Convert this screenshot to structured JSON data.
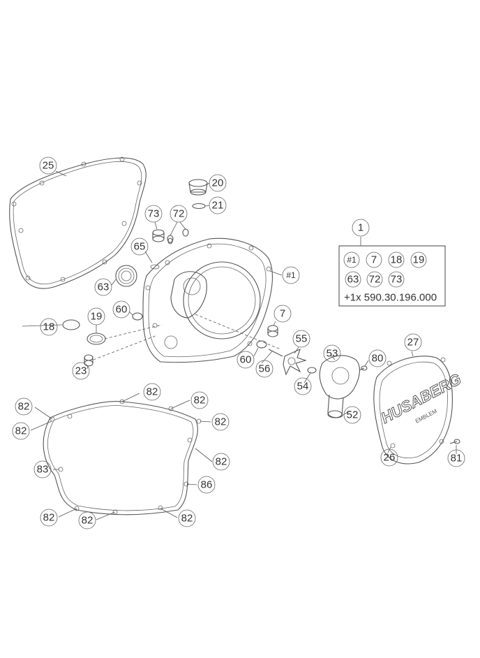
{
  "callouts": {
    "c1": "1",
    "c7": "7",
    "c18": "18",
    "c19": "19",
    "c20": "20",
    "c21": "21",
    "c23": "23",
    "c25": "25",
    "c26": "26",
    "c27": "27",
    "c52": "52",
    "c53": "53",
    "c54": "54",
    "c55": "55",
    "c56": "56",
    "c60a": "60",
    "c60b": "60",
    "c63": "63",
    "c65": "65",
    "c72": "72",
    "c73": "73",
    "c80": "80",
    "c81": "81",
    "c82a": "82",
    "c82b": "82",
    "c82c": "82",
    "c82d": "82",
    "c82e": "82",
    "c82f": "82",
    "c82g": "82",
    "c82h": "82",
    "c82i": "82",
    "c83": "83",
    "c86": "86",
    "chash1": "#1"
  },
  "kit": {
    "items": [
      "#1",
      "7",
      "18",
      "19",
      "63",
      "72",
      "73"
    ],
    "note": "+1x 590.30.196.000"
  },
  "cover_logo": "HUSABERG",
  "cover_sub": "EMBLEM"
}
